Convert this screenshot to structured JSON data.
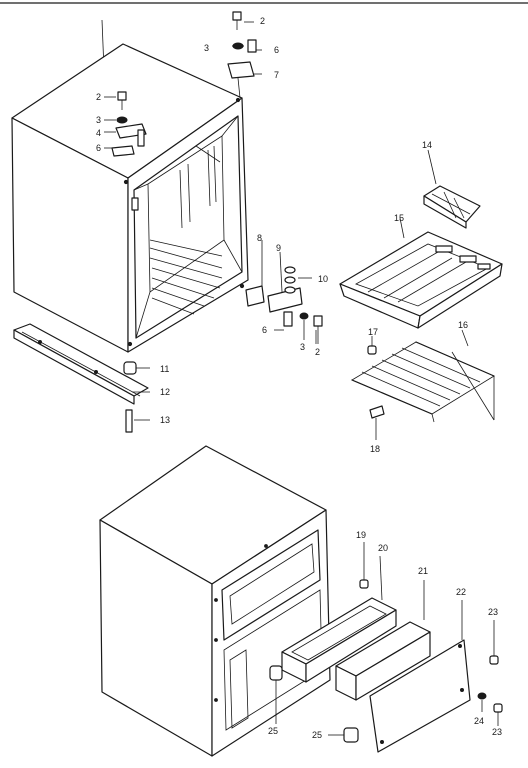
{
  "labels": [
    "2",
    "3",
    "6",
    "7",
    "2",
    "3",
    "4",
    "6",
    "8",
    "9",
    "10",
    "6",
    "3",
    "2",
    "11",
    "12",
    "13",
    "14",
    "15",
    "16",
    "17",
    "18",
    "19",
    "20",
    "21",
    "22",
    "23",
    "24",
    "23",
    "25",
    "25"
  ]
}
